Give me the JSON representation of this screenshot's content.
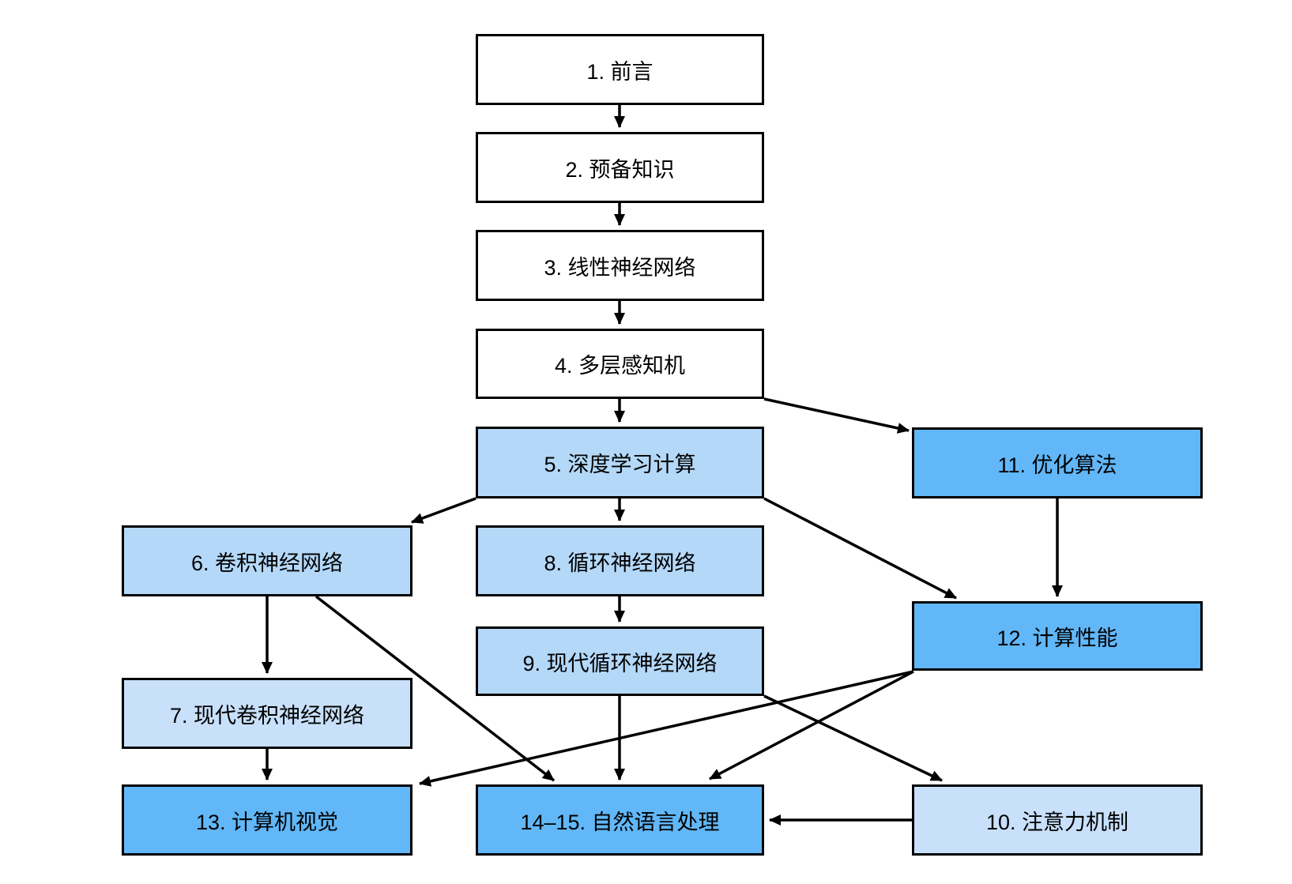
{
  "diagram": {
    "description": "Book chapter dependency flowchart",
    "nodes": [
      {
        "id": "1",
        "label": "1. 前言",
        "level": "basic"
      },
      {
        "id": "2",
        "label": "2. 预备知识",
        "level": "basic"
      },
      {
        "id": "3",
        "label": "3. 线性神经网络",
        "level": "basic"
      },
      {
        "id": "4",
        "label": "4. 多层感知机",
        "level": "basic"
      },
      {
        "id": "5",
        "label": "5. 深度学习计算",
        "level": "intermediate"
      },
      {
        "id": "6",
        "label": "6. 卷积神经网络",
        "level": "intermediate"
      },
      {
        "id": "7",
        "label": "7. 现代卷积神经网络",
        "level": "intermediate-light"
      },
      {
        "id": "8",
        "label": "8. 循环神经网络",
        "level": "intermediate"
      },
      {
        "id": "9",
        "label": "9. 现代循环神经网络",
        "level": "intermediate"
      },
      {
        "id": "10",
        "label": "10. 注意力机制",
        "level": "intermediate-light"
      },
      {
        "id": "11",
        "label": "11. 优化算法",
        "level": "advanced"
      },
      {
        "id": "12",
        "label": "12. 计算性能",
        "level": "advanced"
      },
      {
        "id": "13",
        "label": "13. 计算机视觉",
        "level": "advanced"
      },
      {
        "id": "14-15",
        "label": "14–15. 自然语言处理",
        "level": "advanced"
      }
    ],
    "edges": [
      {
        "from": "1",
        "to": "2"
      },
      {
        "from": "2",
        "to": "3"
      },
      {
        "from": "3",
        "to": "4"
      },
      {
        "from": "4",
        "to": "5"
      },
      {
        "from": "4",
        "to": "11"
      },
      {
        "from": "5",
        "to": "6"
      },
      {
        "from": "5",
        "to": "8"
      },
      {
        "from": "5",
        "to": "12"
      },
      {
        "from": "11",
        "to": "12"
      },
      {
        "from": "6",
        "to": "7"
      },
      {
        "from": "6",
        "to": "14-15"
      },
      {
        "from": "8",
        "to": "9"
      },
      {
        "from": "9",
        "to": "14-15"
      },
      {
        "from": "9",
        "to": "10"
      },
      {
        "from": "12",
        "to": "13"
      },
      {
        "from": "12",
        "to": "14-15"
      },
      {
        "from": "7",
        "to": "13"
      },
      {
        "from": "10",
        "to": "14-15"
      }
    ],
    "colors": {
      "basic_fill": "#ffffff",
      "intermediate_fill": "#b4d8f8",
      "intermediate_light_fill": "#c8e0fa",
      "advanced_fill": "#61b7f7",
      "border": "#000000",
      "arrow": "#000000"
    }
  }
}
